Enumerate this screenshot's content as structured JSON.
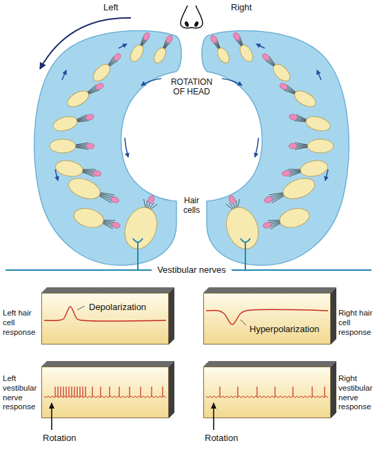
{
  "diagram": {
    "nodes": [
      {
        "text": [
          "Left hair cell response",
          "Depolarization"
        ]
      },
      {
        "text": [
          "Right hair cell response",
          "Hyperpolarization"
        ]
      },
      {
        "text": [
          "Left vestibular nerve response"
        ]
      },
      {
        "text": [
          "Right vestibular nerve response"
        ]
      }
    ],
    "labels": [
      "Left",
      "Right",
      "ROTATION OF HEAD",
      "Hair cells",
      "Vestibular nerves",
      "Rotation",
      "Rotation"
    ]
  }
}
